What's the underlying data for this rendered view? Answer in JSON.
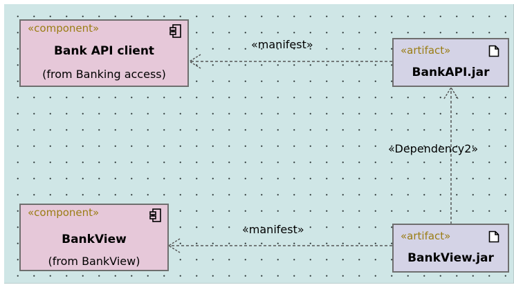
{
  "elements": {
    "bank_api_client": {
      "stereotype": "«component»",
      "name": "Bank API client",
      "origin": "(from Banking access)",
      "icon": "component-icon"
    },
    "bankview_component": {
      "stereotype": "«component»",
      "name": "BankView",
      "origin": "(from BankView)",
      "icon": "component-icon"
    },
    "bankapi_jar": {
      "stereotype": "«artifact»",
      "name": "BankAPI.jar",
      "icon": "document-icon"
    },
    "bankview_jar": {
      "stereotype": "«artifact»",
      "name": "BankView.jar",
      "icon": "document-icon"
    }
  },
  "relations": {
    "manifest_top": {
      "label": "«manifest»"
    },
    "manifest_bottom": {
      "label": "«manifest»"
    },
    "dependency": {
      "label": "«Dependency2»"
    }
  },
  "colors": {
    "canvas": "#cfe6e6",
    "component_fill": "#e6c8d9",
    "artifact_fill": "#d4d3e6",
    "stereotype_text": "#9a7d14",
    "border": "#6e6e6e"
  }
}
